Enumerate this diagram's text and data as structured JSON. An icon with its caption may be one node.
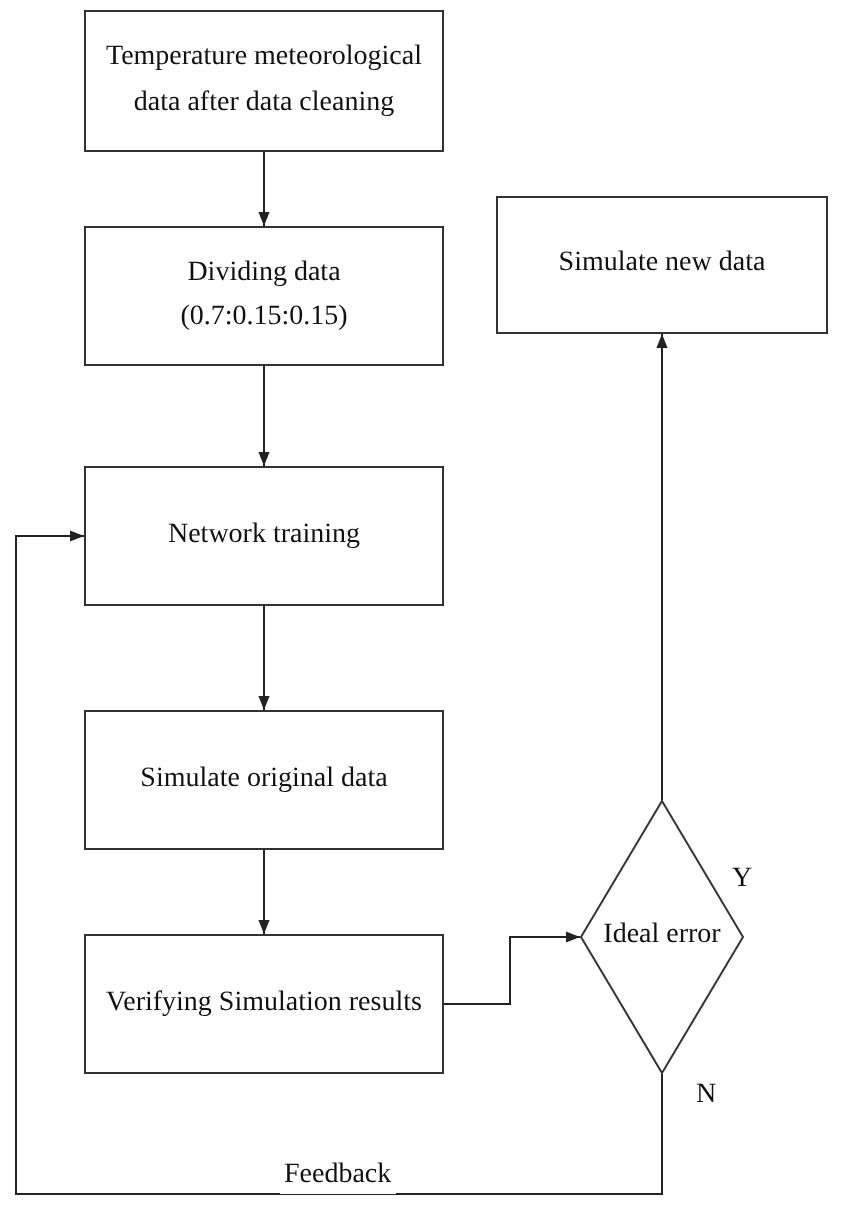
{
  "diagram": {
    "nodes": [
      {
        "text": [
          "Temperature meteorological data after data cleaning"
        ]
      },
      {
        "text": [
          "Dividing data (0.7:0.15:0.15)"
        ]
      },
      {
        "text": [
          "Network training"
        ]
      },
      {
        "text": [
          "Simulate original data"
        ]
      },
      {
        "text": [
          "Verifying Simulation results"
        ]
      },
      {
        "text": [
          "Ideal error"
        ]
      },
      {
        "text": [
          "Simulate new data"
        ]
      }
    ],
    "edges": [
      {
        "from": 0,
        "to": 1,
        "arrow": "to"
      },
      {
        "from": 1,
        "to": 2,
        "arrow": "to"
      },
      {
        "from": 2,
        "to": 3,
        "arrow": "to"
      },
      {
        "from": 3,
        "to": 4,
        "arrow": "to"
      },
      {
        "from": 4,
        "to": 5,
        "arrow": "to"
      },
      {
        "from": 5,
        "to": 6,
        "arrow": "to",
        "label": "Y"
      },
      {
        "from": 5,
        "to": 2,
        "arrow": "to",
        "label": "Feedback"
      }
    ],
    "labels": [
      "N"
    ]
  }
}
